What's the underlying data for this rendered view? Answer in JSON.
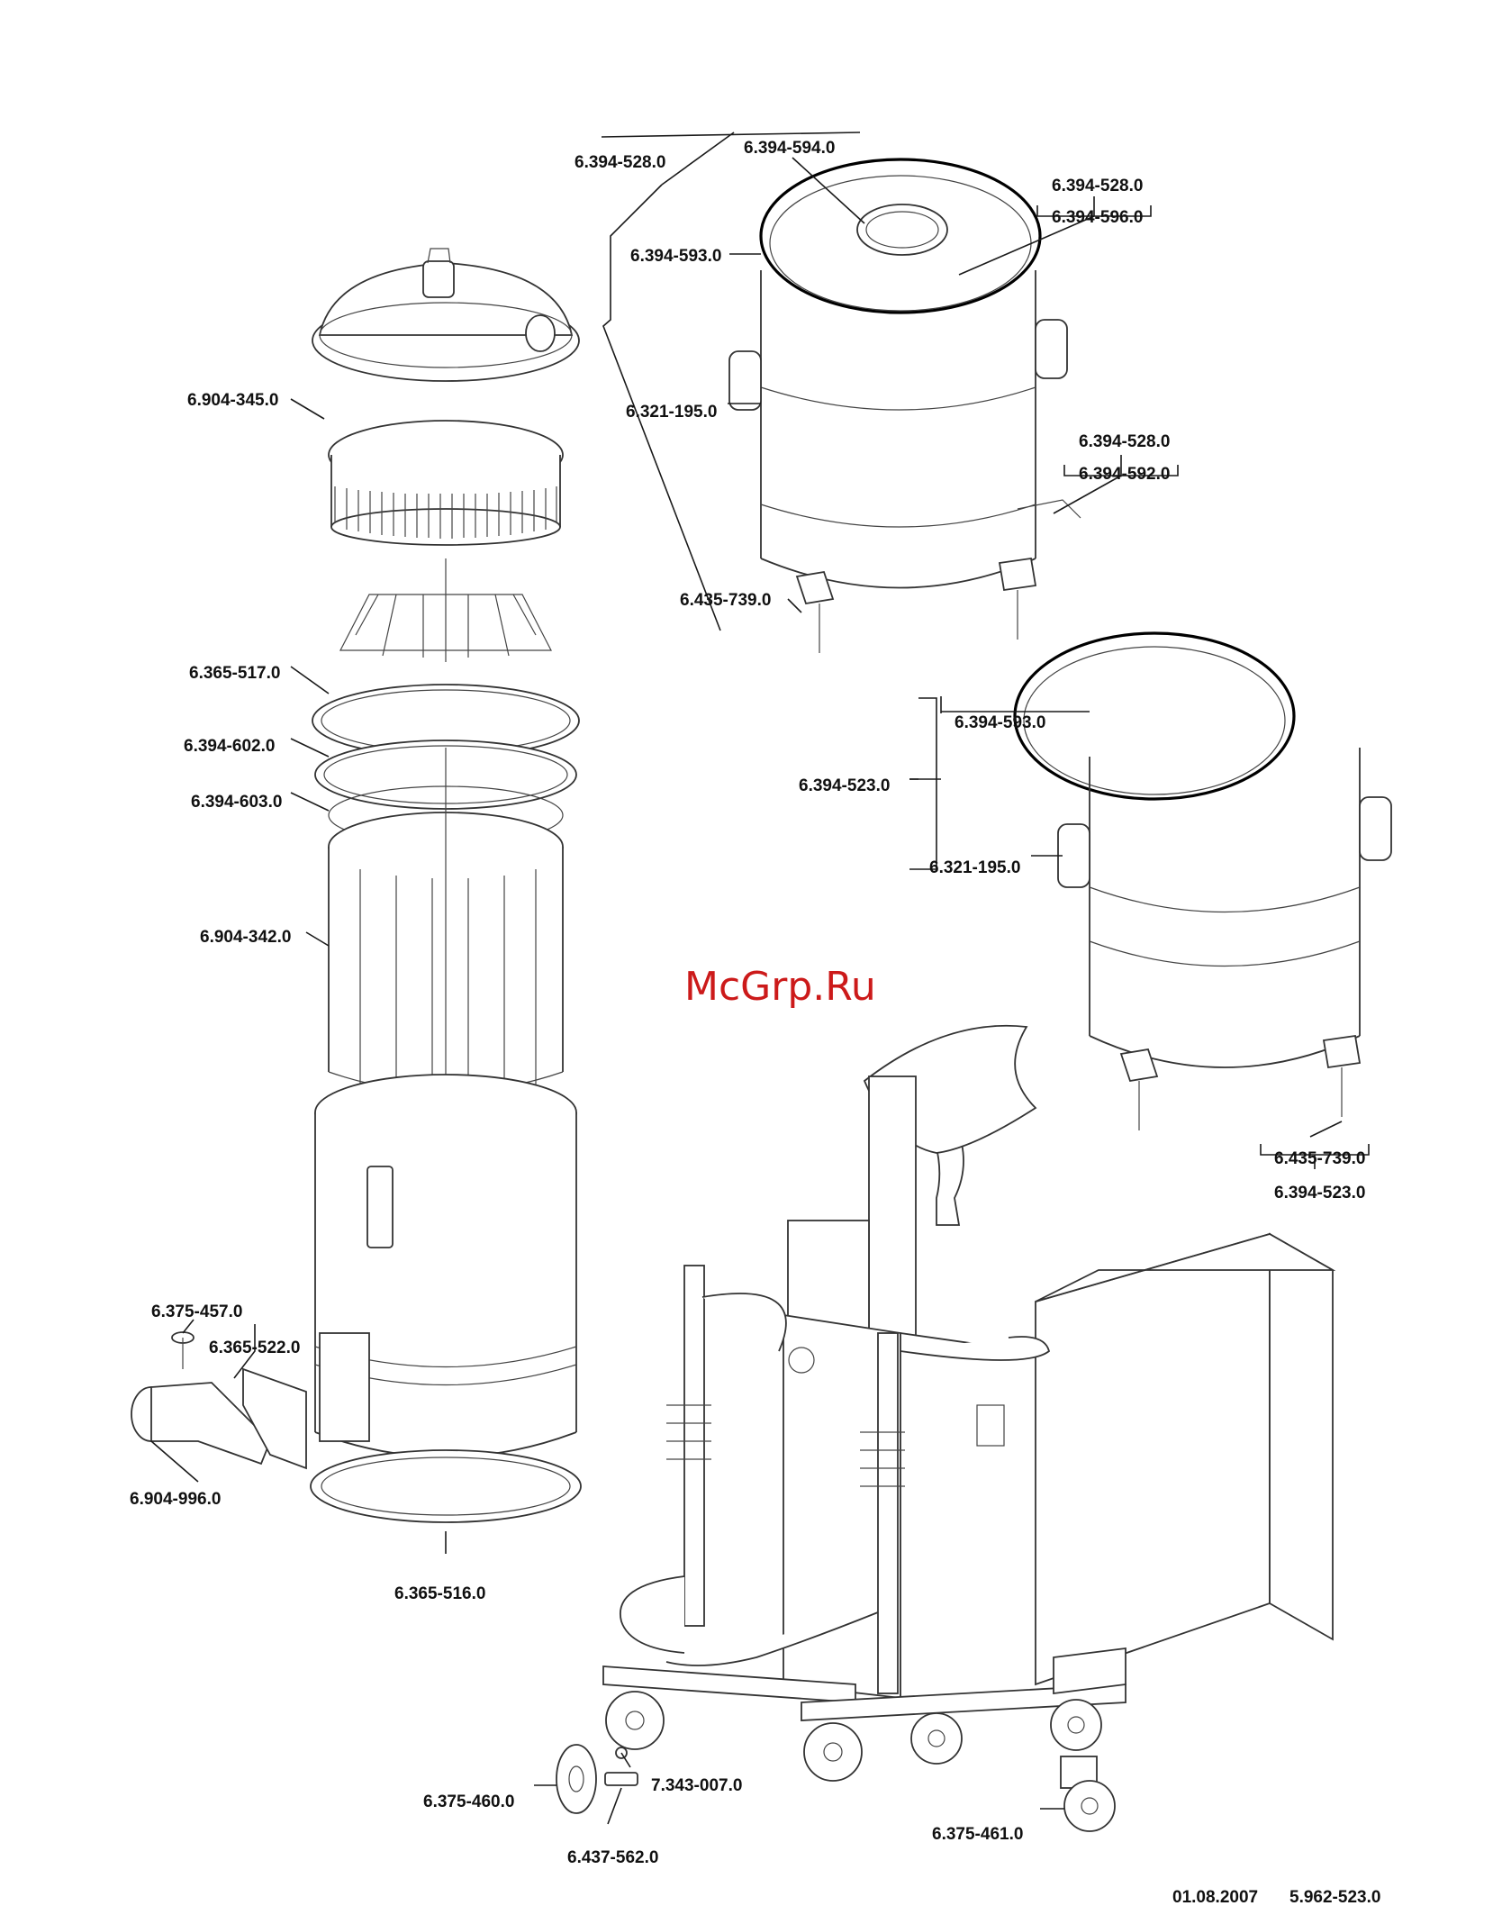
{
  "labels": {
    "l01": "6.394-528.0",
    "l02": "6.394-594.0",
    "l03": "6.394-528.0",
    "l04": "6.394-596.0",
    "l05": "6.394-593.0",
    "l06": "6.904-345.0",
    "l07": "6.321-195.0",
    "l08": "6.394-528.0",
    "l09": "6.394-592.0",
    "l10": "6.435-739.0",
    "l11": "6.365-517.0",
    "l12": "6.394-602.0",
    "l13": "6.394-593.0",
    "l14": "6.394-603.0",
    "l15": "6.394-523.0",
    "l16": "6.321-195.0",
    "l17": "6.904-342.0",
    "l18": "6.435-739.0",
    "l19": "6.394-523.0",
    "l20": "6.375-457.0",
    "l21": "6.365-522.0",
    "l22": "6.904-996.0",
    "l23": "6.365-516.0",
    "l24": "7.343-007.0",
    "l25": "6.375-460.0",
    "l26": "6.437-562.0",
    "l27": "6.375-461.0"
  },
  "watermark": "McGrp.Ru",
  "footer": {
    "date": "01.08.2007",
    "doc_number": "5.962-523.0"
  }
}
